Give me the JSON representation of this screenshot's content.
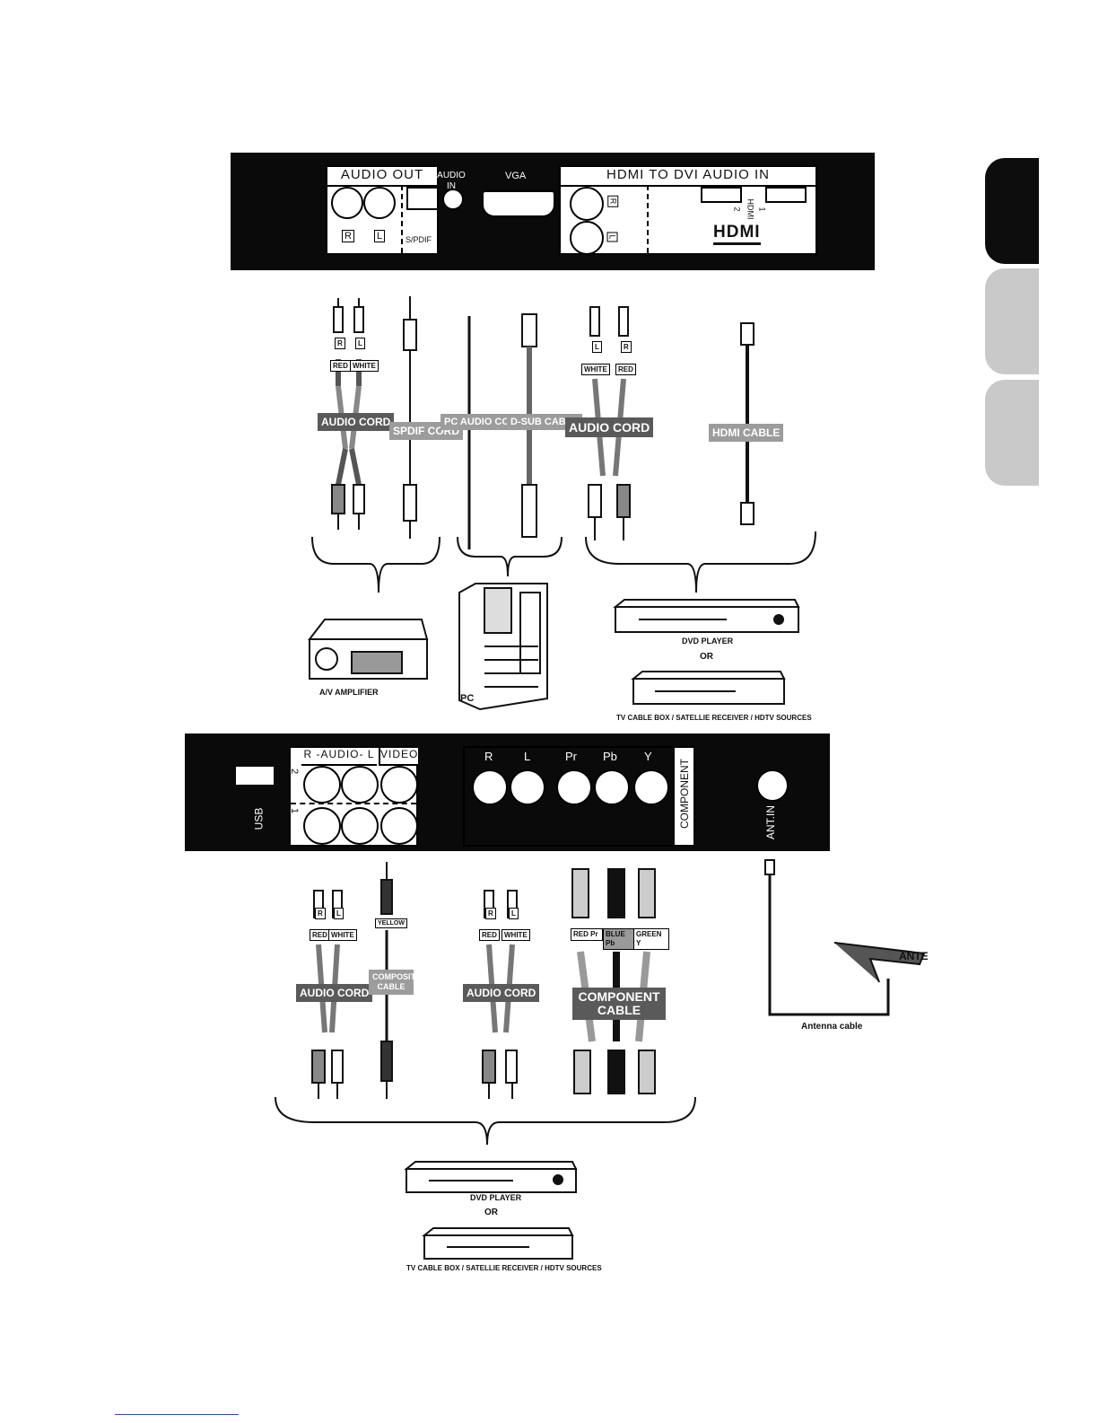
{
  "top_panel": {
    "audio_out": "AUDIO OUT",
    "audio_in": "AUDIO IN",
    "vga": "VGA",
    "hdmi_header": "HDMI TO DVI AUDIO IN",
    "spdif": "S/PDIF",
    "r": "R",
    "l": "L",
    "hdmi_word": "HDMI",
    "hdmi_logo": "HDMI",
    "hdmi_num_1": "1",
    "hdmi_num_2": "2"
  },
  "top_cables": {
    "audio_cord_1": "AUDIO CORD",
    "spdif_cord": "SPDIF CORD",
    "pc_audio_cord": "PC AUDIO CORD",
    "dsub_cable": "D-SUB CABLE",
    "audio_cord_2": "AUDIO CORD",
    "hdmi_cable": "HDMI CABLE",
    "red": "RED",
    "white": "WHITE",
    "r": "R",
    "l": "L"
  },
  "top_devices": {
    "av_amplifier": "A/V AMPLIFIER",
    "pc": "PC",
    "dvd_player": "DVD PLAYER",
    "or": "OR",
    "tv_sources": "TV CABLE BOX / SATELLIE RECEIVER / HDTV SOURCES"
  },
  "bottom_panel": {
    "usb": "USB",
    "audio_header": "R -AUDIO- L",
    "video_header": "VIDEO",
    "row_2": "2",
    "row_1": "1",
    "comp_r": "R",
    "comp_l": "L",
    "comp_pr": "Pr",
    "comp_pb": "Pb",
    "comp_y": "Y",
    "component": "COMPONENT",
    "ant_in": "ANT.IN"
  },
  "bottom_cables": {
    "audio_cord_1": "AUDIO CORD",
    "composite_cable": "COMPOSITE CABLE",
    "yellow": "YELLOW",
    "audio_cord_2": "AUDIO CORD",
    "component_cable": "COMPONENT CABLE",
    "red_pr": "RED Pr",
    "blue_pb": "BLUE Pb",
    "green_y": "GREEN Y",
    "red": "RED",
    "white": "WHITE",
    "r": "R",
    "l": "L",
    "antenna_cable": "Antenna cable",
    "antenna": "ANTE"
  },
  "bottom_devices": {
    "dvd_player": "DVD PLAYER",
    "or": "OR",
    "tv_sources": "TV CABLE BOX / SATELLIE RECEIVER / HDTV SOURCES"
  }
}
